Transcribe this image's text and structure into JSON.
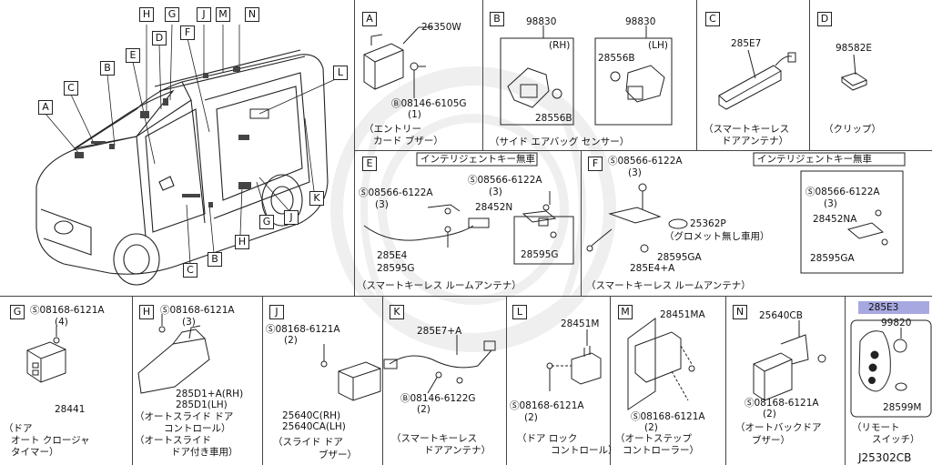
{
  "overview": {
    "callouts": [
      "H",
      "G",
      "J",
      "M",
      "N",
      "D",
      "F",
      "E",
      "B",
      "C",
      "A",
      "L",
      "K",
      "J",
      "G",
      "H",
      "B",
      "C"
    ]
  },
  "sections": {
    "A": {
      "label": "A",
      "parts": [
        "26350W"
      ],
      "fastener": "08146-6105G",
      "qty": "(1)",
      "caption": [
        "（エントリー",
        "カード ブザー）"
      ]
    },
    "B": {
      "label": "B",
      "parts": [
        "98830",
        "98830",
        "(RH)",
        "(LH)",
        "28556B",
        "28556B"
      ],
      "caption": [
        "（サイド エアバッグ センサー）"
      ]
    },
    "C": {
      "label": "C",
      "parts": [
        "285E7"
      ],
      "caption": [
        "（スマートキーレス",
        "ドアアンテナ）"
      ]
    },
    "D": {
      "label": "D",
      "parts": [
        "98582E"
      ],
      "caption": [
        "（クリップ）"
      ]
    },
    "E": {
      "label": "E",
      "note": "インテリジェントキー無車",
      "fasteners": [
        "08566-6122A",
        "08566-6122A"
      ],
      "qtys": [
        "(3)",
        "(3)"
      ],
      "parts": [
        "28452N",
        "285E4",
        "28595G",
        "28595G"
      ],
      "caption": [
        "（スマートキーレス ルームアンテナ）"
      ]
    },
    "F": {
      "label": "F",
      "note": "インテリジェントキー無車",
      "fasteners": [
        "08566-6122A",
        "08566-6122A"
      ],
      "qtys": [
        "(3)",
        "(3)"
      ],
      "parts": [
        "25362P",
        "（グロメット無し車用）",
        "28595GA",
        "285E4+A",
        "28452NA",
        "28595GA"
      ],
      "caption": [
        "（スマートキーレス ルームアンテナ）"
      ]
    },
    "G": {
      "label": "G",
      "fastener": "08168-6121A",
      "qty": "(4)",
      "parts": [
        "28441"
      ],
      "caption": [
        "（ドア",
        "オート クロージャ",
        "タイマー）"
      ]
    },
    "H": {
      "label": "H",
      "fastener": "08168-6121A",
      "qty": "(3)",
      "parts": [
        "285D1+A(RH)",
        "285D1(LH)"
      ],
      "caption": [
        "（オートスライド ドア",
        "コントロール）",
        "（オートスライド",
        "ドア付き車用）"
      ]
    },
    "J": {
      "label": "J",
      "fastener": "08168-6121A",
      "qty": "(2)",
      "parts": [
        "25640C(RH)",
        "25640CA(LH)"
      ],
      "caption": [
        "（スライド ドア",
        "ブザー）"
      ]
    },
    "K": {
      "label": "K",
      "parts": [
        "285E7+A"
      ],
      "fastener": "08146-6122G",
      "qty": "(2)",
      "caption": [
        "（スマートキーレス",
        "ドアアンテナ）"
      ]
    },
    "L": {
      "label": "L",
      "parts": [
        "28451M"
      ],
      "fastener": "08168-6121A",
      "qty": "(2)",
      "caption": [
        "（ドア ロック",
        "コントロール）"
      ]
    },
    "M": {
      "label": "M",
      "parts": [
        "28451MA"
      ],
      "fastener": "08168-6121A",
      "qty": "(2)",
      "caption": [
        "（オートステップ",
        "コントローラー）"
      ]
    },
    "N": {
      "label": "N",
      "parts": [
        "25640CB"
      ],
      "fastener": "08168-6121A",
      "qty": "(2)",
      "caption": [
        "（オートバックドア",
        "ブザー）"
      ]
    },
    "R": {
      "parts": [
        "285E3",
        "99820",
        "28599M"
      ],
      "caption": [
        "（リモート",
        "スイッチ）"
      ]
    }
  },
  "diagram_code": "J25302CB"
}
